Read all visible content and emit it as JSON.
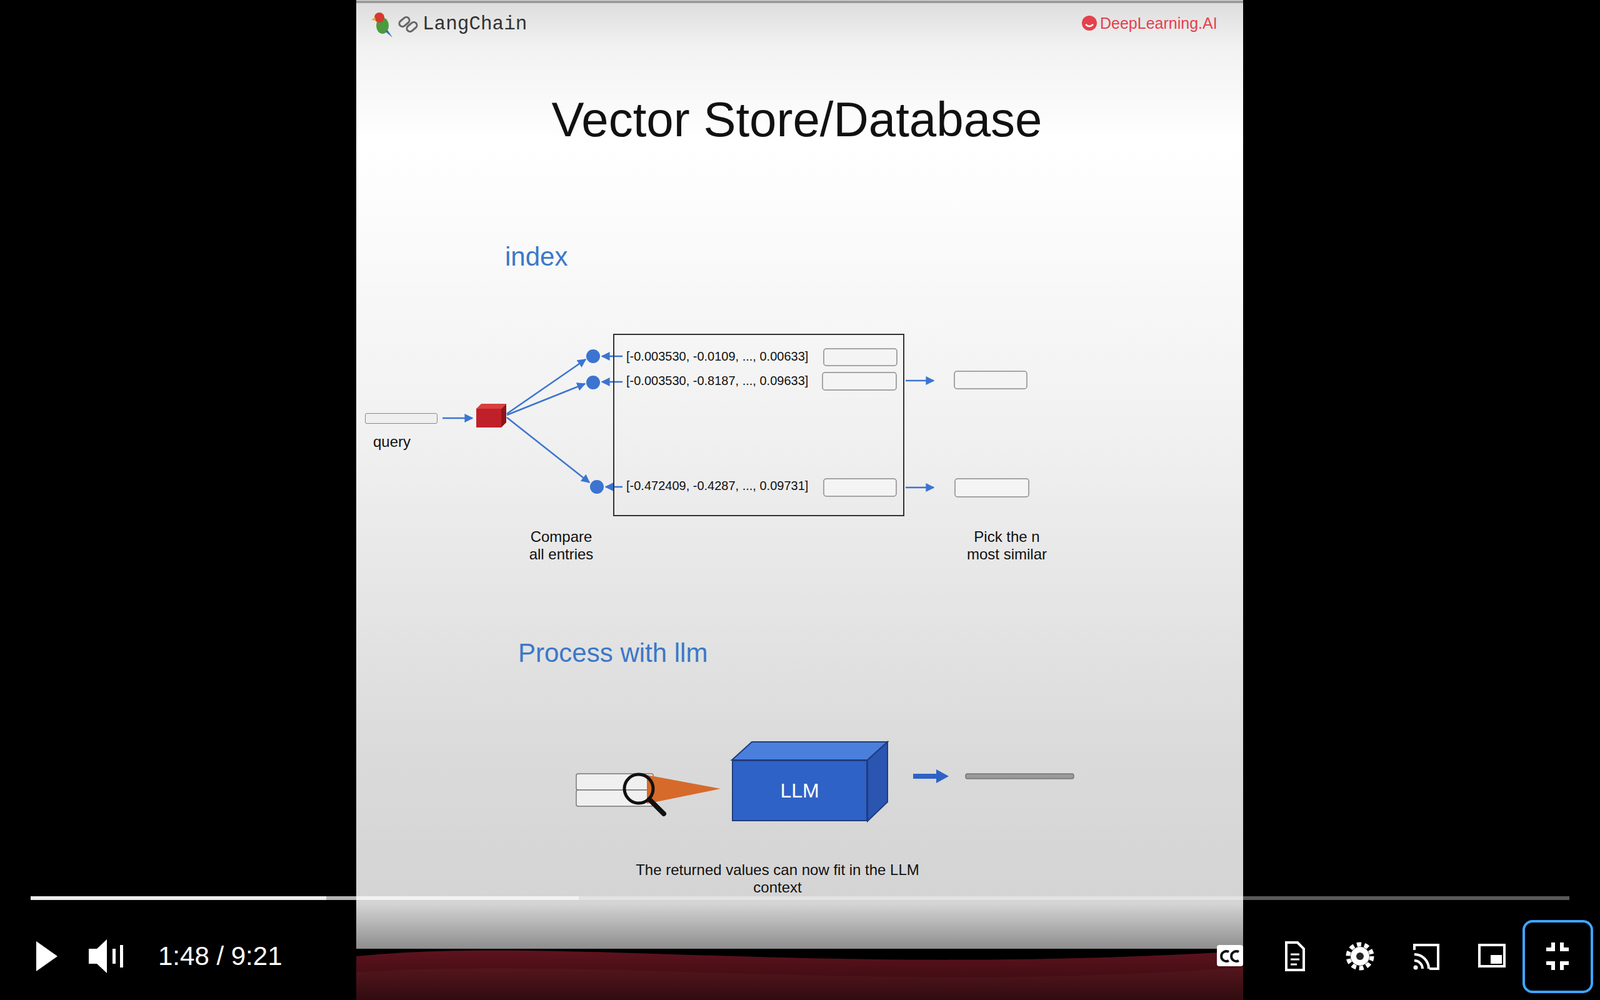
{
  "diagram": {
    "title": "Vector Store/Database",
    "caption": "The returned values can now fit in the LLM context",
    "nodes": [
      {
        "text": [
          "query"
        ]
      },
      {
        "text": [
          "[-0.003530, -0.0109, ..., 0.00633]",
          "[-0.003530, -0.8187, ..., 0.09633]",
          "[-0.472409, -0.4287, ..., 0.09731]"
        ]
      },
      {
        "text": [
          "LLM"
        ]
      }
    ],
    "labels": [
      "LangChain",
      "DeepLearning.AI",
      "index",
      "Compare all entries",
      "Pick the n most similar",
      "Process with llm",
      "1:48 / 9:21"
    ]
  }
}
